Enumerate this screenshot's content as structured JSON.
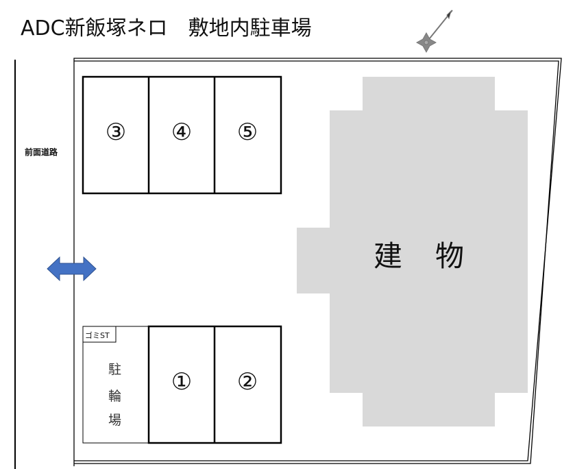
{
  "title": "ADC新飯塚ネロ　敷地内駐車場",
  "road_label": "前面道路",
  "building_label": "建物",
  "garbage_station_label": "ゴミST",
  "bicycle_parking_label": [
    "駐",
    "輪",
    "場"
  ],
  "parking_spaces": [
    "③",
    "④",
    "⑤",
    "①",
    "②"
  ],
  "colors": {
    "building": "#d9d9d9",
    "arrow": "#4472c4"
  },
  "icons": [
    "compass-icon",
    "double-arrow-icon"
  ]
}
